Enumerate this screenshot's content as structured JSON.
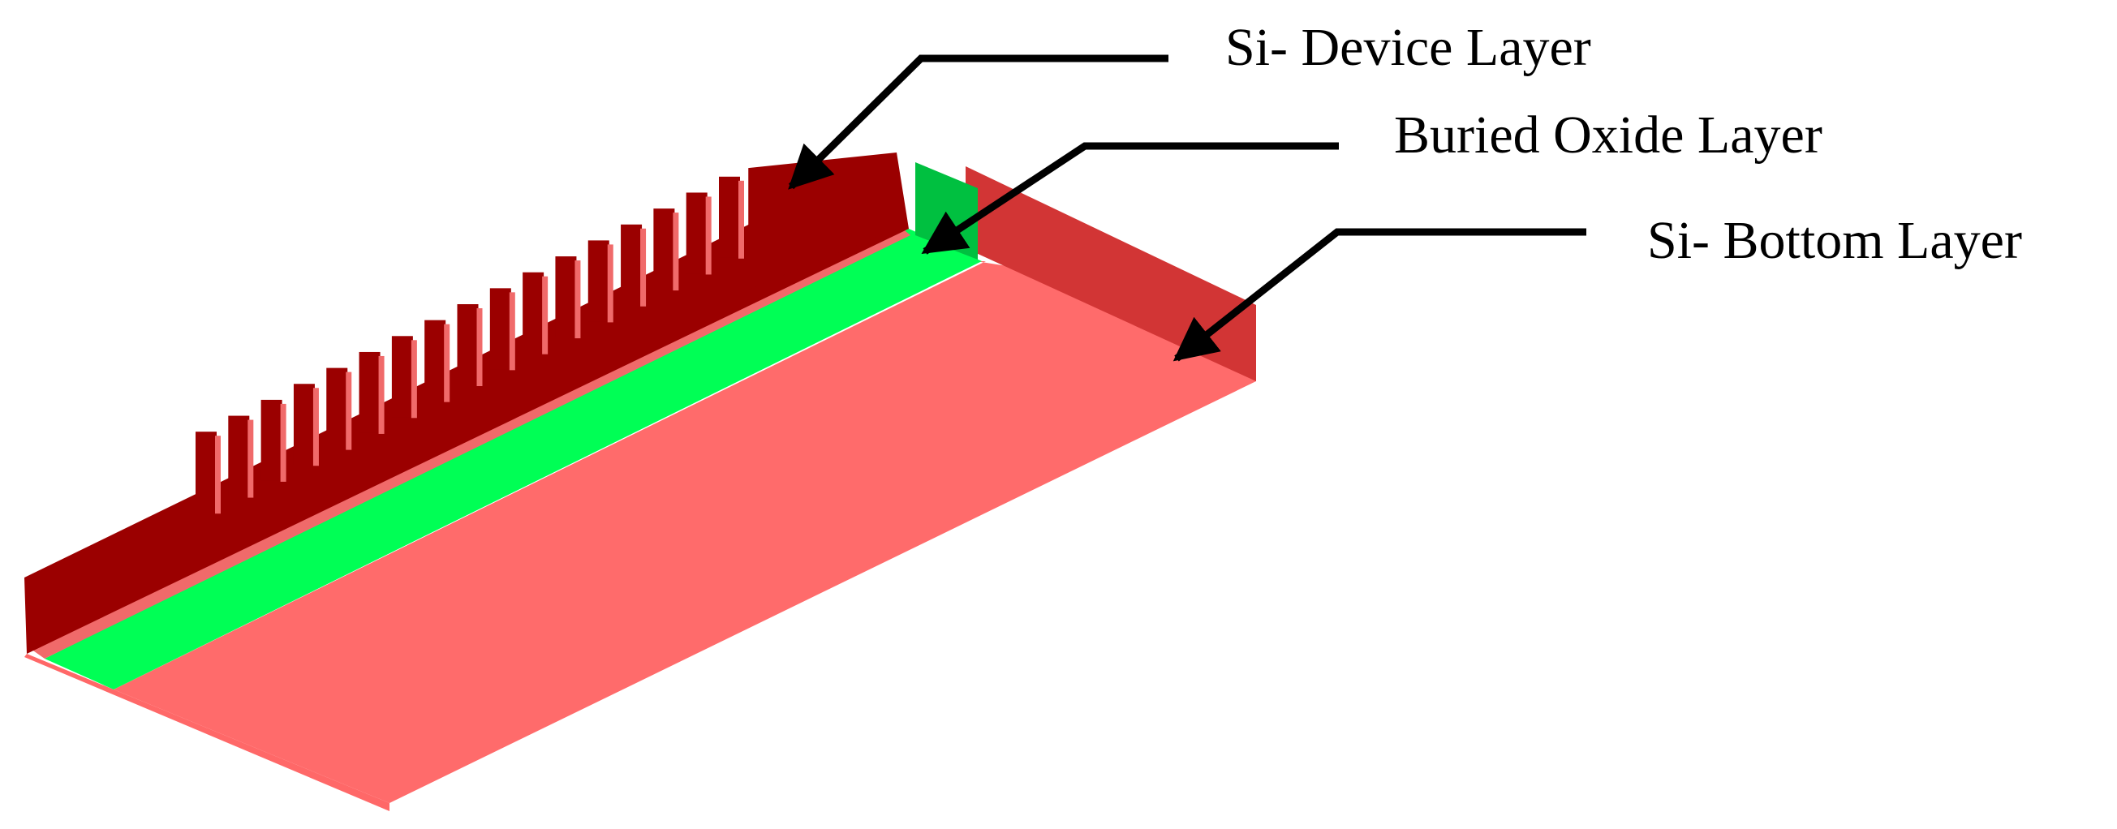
{
  "labels": {
    "device_layer": "Si- Device Layer",
    "buried_oxide_layer": "Buried Oxide Layer",
    "bottom_layer": "Si- Bottom Layer"
  },
  "colors": {
    "device_layer_dark": "#9b0000",
    "device_layer_top": "#f06a6a",
    "device_layer_right_face": "#cd3131",
    "buried_oxide": "#00ff55",
    "buried_oxide_shadow": "#00c040",
    "bottom_layer_top": "#ff6b6b",
    "bottom_layer_right_face": "#d23535",
    "bottom_layer_front_edge": "#ff6868",
    "arrow": "#000000"
  }
}
